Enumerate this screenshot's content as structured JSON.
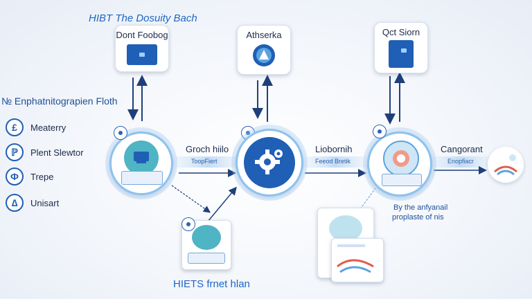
{
  "diagram": {
    "top_title": "HIBT The Dosuity Bach",
    "side_title": "№ Enphatnitograpien Floth",
    "bottom_caption": "HIETS frnet hlan",
    "legend": [
      {
        "badge": "£",
        "label": "Meaterry"
      },
      {
        "badge": "ℙ",
        "label": "Plent Slewtor"
      },
      {
        "badge": "Ф",
        "label": "Trepe"
      },
      {
        "badge": "∆",
        "label": "Unisart"
      }
    ],
    "cards": {
      "left": {
        "label": "Dont Foobog"
      },
      "middle": {
        "label": "Athserka"
      },
      "right": {
        "label": "Qct Siorn"
      }
    },
    "flows": {
      "first": {
        "label": "Groch hiilo",
        "sub": "ToopFiert"
      },
      "second": {
        "label": "Liobornih",
        "sub": "Feeod Bretik"
      },
      "third": {
        "label": "Cangorant",
        "sub": "Enopfiacr"
      }
    },
    "note": {
      "line1": "By the anfyanail",
      "line2": "proplaste of nis"
    },
    "accent_color": "#1f5fb5",
    "ring_color": "#8cc2ee"
  }
}
